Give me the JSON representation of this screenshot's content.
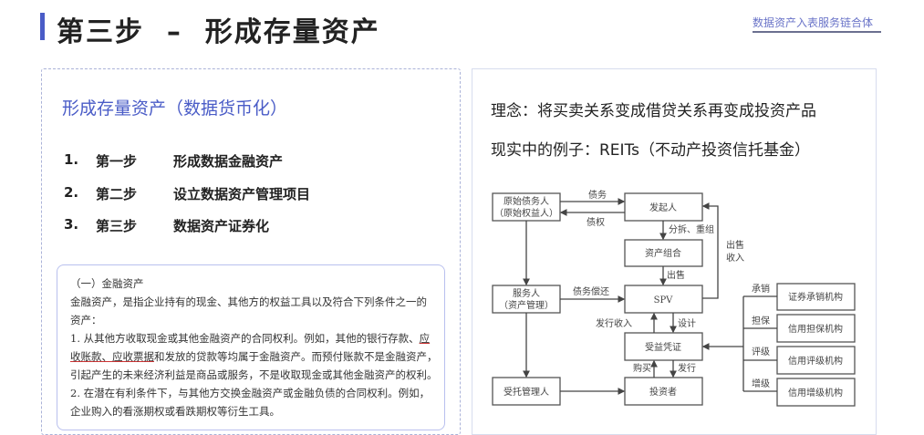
{
  "header": {
    "title": "第三步  –  形成存量资产",
    "brand": "数据资产入表服务链合体"
  },
  "left": {
    "title": "形成存量资产（数据货币化）",
    "steps": [
      {
        "num": "1.",
        "step": "第一步",
        "text": "形成数据金融资产"
      },
      {
        "num": "2.",
        "step": "第二步",
        "text": "设立数据资产管理项目"
      },
      {
        "num": "3.",
        "step": "第三步",
        "text": "数据资产证券化"
      }
    ],
    "excerpt": {
      "heading": "（一）金融资产",
      "l1": "金融资产，是指企业持有的现金、其他方的权益工具以及符合下列条件之一的",
      "l2": "资产：",
      "l3a": "1. 从其他方收取现金或其他金融资产的合同权利。例如，其他的银行存款、",
      "l3b": "应",
      "l4a": "收账款、应收票据",
      "l4b": "和发放的贷款等均属于金融资产。而预付账款不是金融资产，",
      "l5": "引起产生的未来经济利益是商品或服务，不是收取现金或其他金融资产的权利。",
      "l6": "2. 在潜在有利条件下，与其他方交换金融资产或金融负债的合同权利。例如，",
      "l7": "企业购入的看涨期权或看跌期权等衍生工具。"
    }
  },
  "right": {
    "concept": "理念：将买卖关系变成借贷关系再变成投资产品",
    "example": "现实中的例子：REITs（不动产投资信托基金）",
    "diagram": {
      "boxes": {
        "debtor1": "原始债务人",
        "debtor2": "（原始权益人）",
        "originator": "发起人",
        "pool": "资产组合",
        "spv": "SPV",
        "servicer1": "服务人",
        "servicer2": "（资产管理）",
        "certificate": "受益凭证",
        "investor": "投资者",
        "trustee": "受托管理人",
        "underwriter": "证券承销机构",
        "guarantor": "信用担保机构",
        "rating": "信用评级机构",
        "enhance": "信用增级机构"
      },
      "labels": {
        "debt": "债务",
        "claim": "债权",
        "split": "分拆、重组",
        "sell": "出售",
        "saleIncome1": "出售",
        "saleIncome2": "收入",
        "repay": "债务偿还",
        "issueIncome": "发行收入",
        "design": "设计",
        "buy": "购买",
        "issue": "发行",
        "underwrite": "承销",
        "guarantee": "担保",
        "rate": "评级",
        "enhance": "增级"
      }
    }
  }
}
